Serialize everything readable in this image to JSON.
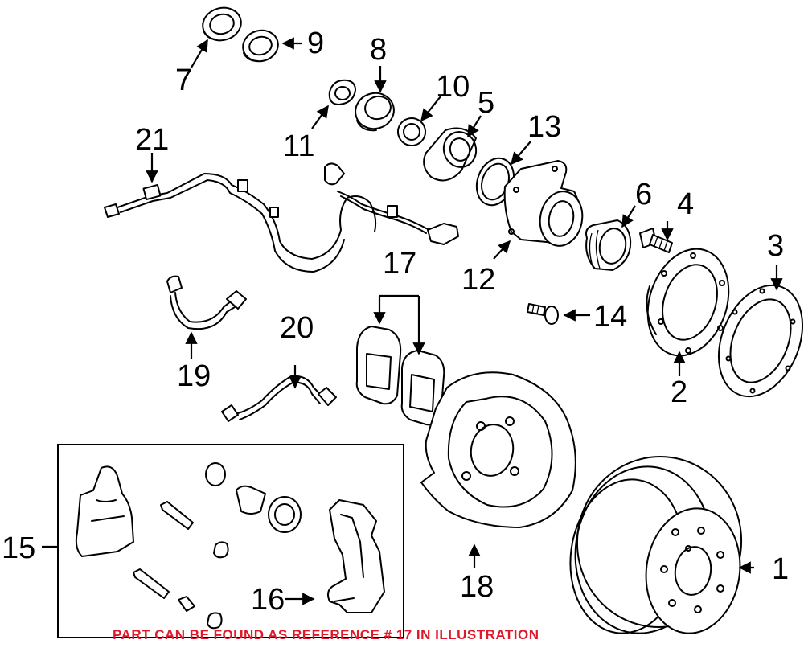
{
  "diagram": {
    "callouts": [
      "1",
      "2",
      "3",
      "4",
      "5",
      "6",
      "7",
      "8",
      "9",
      "10",
      "11",
      "12",
      "13",
      "14",
      "15",
      "16",
      "17",
      "18",
      "19",
      "20",
      "21"
    ],
    "note": "PART CAN BE FOUND AS REFERENCE # 17 IN ILLUSTRATION",
    "colors": {
      "line": "#000000",
      "note": "#e0192a",
      "background": "#ffffff"
    }
  }
}
